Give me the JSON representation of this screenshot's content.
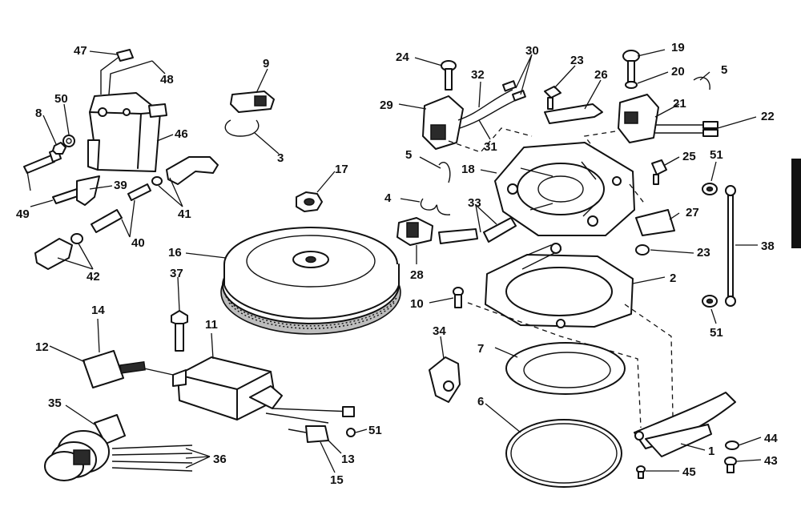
{
  "callouts": {
    "c1": "1",
    "c2": "2",
    "c3": "3",
    "c4": "4",
    "c5a": "5",
    "c5b": "5",
    "c6": "6",
    "c7": "7",
    "c8": "8",
    "c9": "9",
    "c10": "10",
    "c11": "11",
    "c12": "12",
    "c13": "13",
    "c14": "14",
    "c15": "15",
    "c16": "16",
    "c17": "17",
    "c18": "18",
    "c19": "19",
    "c20": "20",
    "c21": "21",
    "c22": "22",
    "c23a": "23",
    "c23b": "23",
    "c24": "24",
    "c25": "25",
    "c26": "26",
    "c27": "27",
    "c28": "28",
    "c29": "29",
    "c30": "30",
    "c31": "31",
    "c32": "32",
    "c33": "33",
    "c34": "34",
    "c35": "35",
    "c36": "36",
    "c37": "37",
    "c38": "38",
    "c39": "39",
    "c40": "40",
    "c41": "41",
    "c42": "42",
    "c43": "43",
    "c44": "44",
    "c45": "45",
    "c46": "46",
    "c47": "47",
    "c48": "48",
    "c49": "49",
    "c50": "50",
    "c51a": "51",
    "c51b": "51",
    "c51c": "51"
  },
  "colors": {
    "ink": "#111111",
    "paper": "#ffffff",
    "shade": "#bdbdbd"
  }
}
